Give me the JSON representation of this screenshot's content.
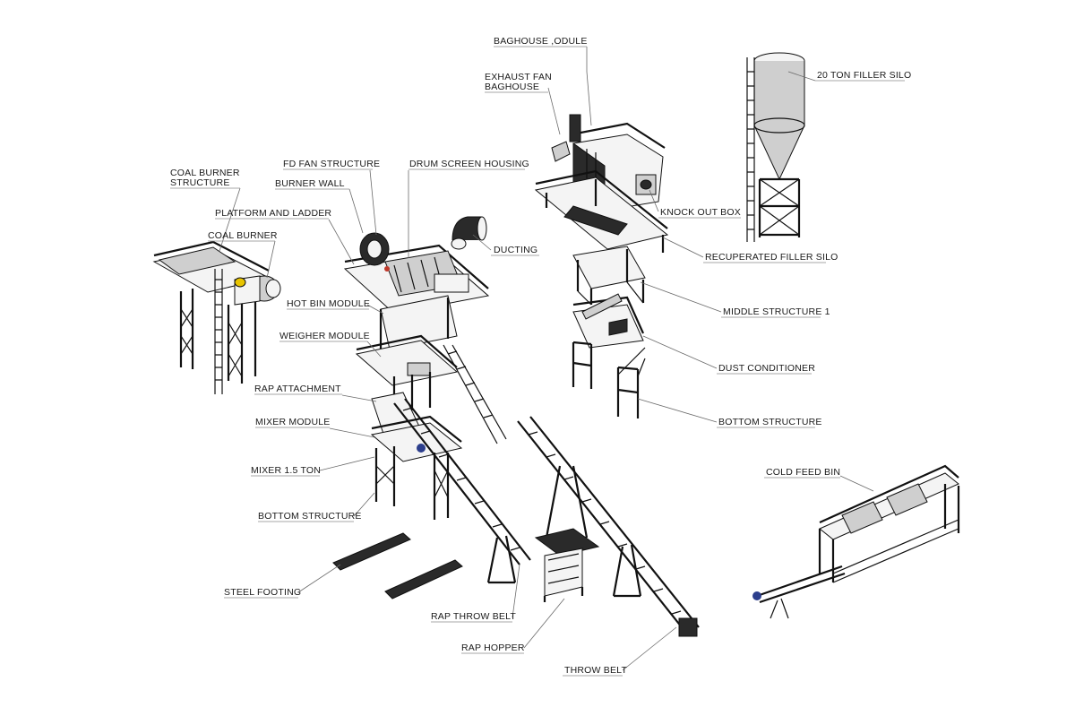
{
  "labels": {
    "baghouse_module": "BAGHOUSE ,ODULE",
    "exhaust_fan_line1": "EXHAUST FAN",
    "exhaust_fan_line2": "BAGHOUSE",
    "filler_silo_20ton": "20 TON FILLER SILO",
    "coal_burner_structure_line1": "COAL BURNER",
    "coal_burner_structure_line2": "STRUCTURE",
    "fd_fan_structure": "FD FAN STRUCTURE",
    "drum_screen_housing": "DRUM SCREEN HOUSING",
    "burner_wall": "BURNER WALL",
    "knock_out_box": "KNOCK OUT BOX",
    "platform_and_ladder": "PLATFORM AND LADDER",
    "coal_burner": "COAL BURNER",
    "ducting": "DUCTING",
    "recuperated_filler_silo": "RECUPERATED FILLER SILO",
    "hot_bin_module": "HOT BIN MODULE",
    "middle_structure_1": "MIDDLE STRUCTURE 1",
    "weigher_module": "WEIGHER MODULE",
    "dust_conditioner": "DUST CONDITIONER",
    "rap_attachment": "RAP ATTACHMENT",
    "mixer_module": "MIXER MODULE",
    "bottom_structure_right": "BOTTOM STRUCTURE",
    "mixer_1_5_ton": "MIXER 1.5 TON",
    "cold_feed_bin": "COLD FEED BIN",
    "bottom_structure_left": "BOTTOM STRUCTURE",
    "steel_footing": "STEEL FOOTING",
    "rap_throw_belt": "RAP THROW BELT",
    "rap_hopper": "RAP HOPPER",
    "throw_belt": "THROW BELT"
  },
  "colors": {
    "background": "#ffffff",
    "linework": "#111111",
    "leader": "#6a6a6a",
    "accent_yellow": "#e8c400",
    "accent_red": "#c0392b",
    "accent_blue": "#2c3e8c"
  }
}
